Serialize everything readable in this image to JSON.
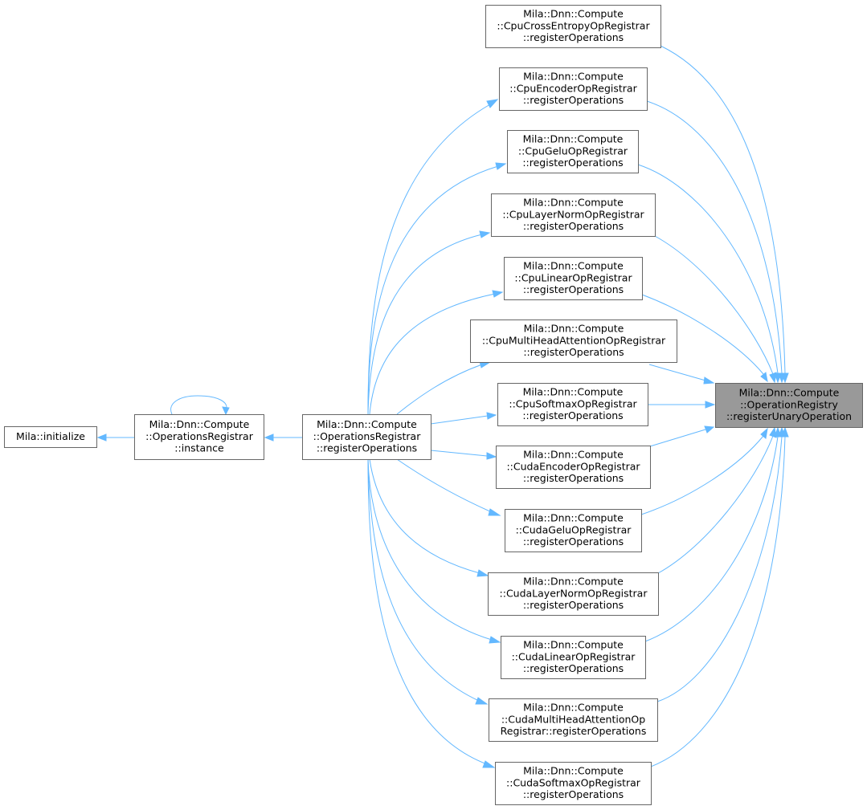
{
  "nodes": [
    {
      "id": "initialize",
      "lines": [
        "Mila::initialize"
      ],
      "highlight": false
    },
    {
      "id": "instance",
      "lines": [
        "Mila::Dnn::Compute",
        "::OperationsRegistrar",
        "::instance"
      ],
      "highlight": false
    },
    {
      "id": "regops",
      "lines": [
        "Mila::Dnn::Compute",
        "::OperationsRegistrar",
        "::registerOperations"
      ],
      "highlight": false
    },
    {
      "id": "cpu_ce",
      "lines": [
        "Mila::Dnn::Compute",
        "::CpuCrossEntropyOpRegistrar",
        "::registerOperations"
      ],
      "highlight": false
    },
    {
      "id": "cpu_enc",
      "lines": [
        "Mila::Dnn::Compute",
        "::CpuEncoderOpRegistrar",
        "::registerOperations"
      ],
      "highlight": false
    },
    {
      "id": "cpu_gelu",
      "lines": [
        "Mila::Dnn::Compute",
        "::CpuGeluOpRegistrar",
        "::registerOperations"
      ],
      "highlight": false
    },
    {
      "id": "cpu_ln",
      "lines": [
        "Mila::Dnn::Compute",
        "::CpuLayerNormOpRegistrar",
        "::registerOperations"
      ],
      "highlight": false
    },
    {
      "id": "cpu_lin",
      "lines": [
        "Mila::Dnn::Compute",
        "::CpuLinearOpRegistrar",
        "::registerOperations"
      ],
      "highlight": false
    },
    {
      "id": "cpu_mha",
      "lines": [
        "Mila::Dnn::Compute",
        "::CpuMultiHeadAttentionOpRegistrar",
        "::registerOperations"
      ],
      "highlight": false
    },
    {
      "id": "cpu_sm",
      "lines": [
        "Mila::Dnn::Compute",
        "::CpuSoftmaxOpRegistrar",
        "::registerOperations"
      ],
      "highlight": false
    },
    {
      "id": "cuda_enc",
      "lines": [
        "Mila::Dnn::Compute",
        "::CudaEncoderOpRegistrar",
        "::registerOperations"
      ],
      "highlight": false
    },
    {
      "id": "cuda_gelu",
      "lines": [
        "Mila::Dnn::Compute",
        "::CudaGeluOpRegistrar",
        "::registerOperations"
      ],
      "highlight": false
    },
    {
      "id": "cuda_ln",
      "lines": [
        "Mila::Dnn::Compute",
        "::CudaLayerNormOpRegistrar",
        "::registerOperations"
      ],
      "highlight": false
    },
    {
      "id": "cuda_lin",
      "lines": [
        "Mila::Dnn::Compute",
        "::CudaLinearOpRegistrar",
        "::registerOperations"
      ],
      "highlight": false
    },
    {
      "id": "cuda_mha",
      "lines": [
        "Mila::Dnn::Compute",
        "::CudaMultiHeadAttentionOp",
        "Registrar::registerOperations"
      ],
      "highlight": false
    },
    {
      "id": "cuda_sm",
      "lines": [
        "Mila::Dnn::Compute",
        "::CudaSoftmaxOpRegistrar",
        "::registerOperations"
      ],
      "highlight": false
    },
    {
      "id": "target",
      "lines": [
        "Mila::Dnn::Compute",
        "::OperationRegistry",
        "::registerUnaryOperation"
      ],
      "highlight": true
    }
  ],
  "edges": [
    {
      "from": "instance",
      "to": "initialize"
    },
    {
      "from": "instance",
      "to": "instance"
    },
    {
      "from": "regops",
      "to": "instance"
    },
    {
      "from": "cpu_enc",
      "to": "regops"
    },
    {
      "from": "cpu_gelu",
      "to": "regops"
    },
    {
      "from": "cpu_ln",
      "to": "regops"
    },
    {
      "from": "cpu_lin",
      "to": "regops"
    },
    {
      "from": "cpu_mha",
      "to": "regops"
    },
    {
      "from": "cpu_sm",
      "to": "regops"
    },
    {
      "from": "cuda_enc",
      "to": "regops"
    },
    {
      "from": "cuda_gelu",
      "to": "regops"
    },
    {
      "from": "cuda_ln",
      "to": "regops"
    },
    {
      "from": "cuda_lin",
      "to": "regops"
    },
    {
      "from": "cuda_mha",
      "to": "regops"
    },
    {
      "from": "cuda_sm",
      "to": "regops"
    },
    {
      "from": "target",
      "to": "cpu_ce"
    },
    {
      "from": "target",
      "to": "cpu_enc"
    },
    {
      "from": "target",
      "to": "cpu_gelu"
    },
    {
      "from": "target",
      "to": "cpu_ln"
    },
    {
      "from": "target",
      "to": "cpu_lin"
    },
    {
      "from": "target",
      "to": "cpu_mha"
    },
    {
      "from": "target",
      "to": "cpu_sm"
    },
    {
      "from": "target",
      "to": "cuda_enc"
    },
    {
      "from": "target",
      "to": "cuda_gelu"
    },
    {
      "from": "target",
      "to": "cuda_ln"
    },
    {
      "from": "target",
      "to": "cuda_lin"
    },
    {
      "from": "target",
      "to": "cuda_mha"
    },
    {
      "from": "target",
      "to": "cuda_sm"
    }
  ],
  "colors": {
    "edge": "#63b8ff",
    "node_border": "#666666",
    "node_fill": "#ffffff",
    "highlight_fill": "#999999"
  }
}
